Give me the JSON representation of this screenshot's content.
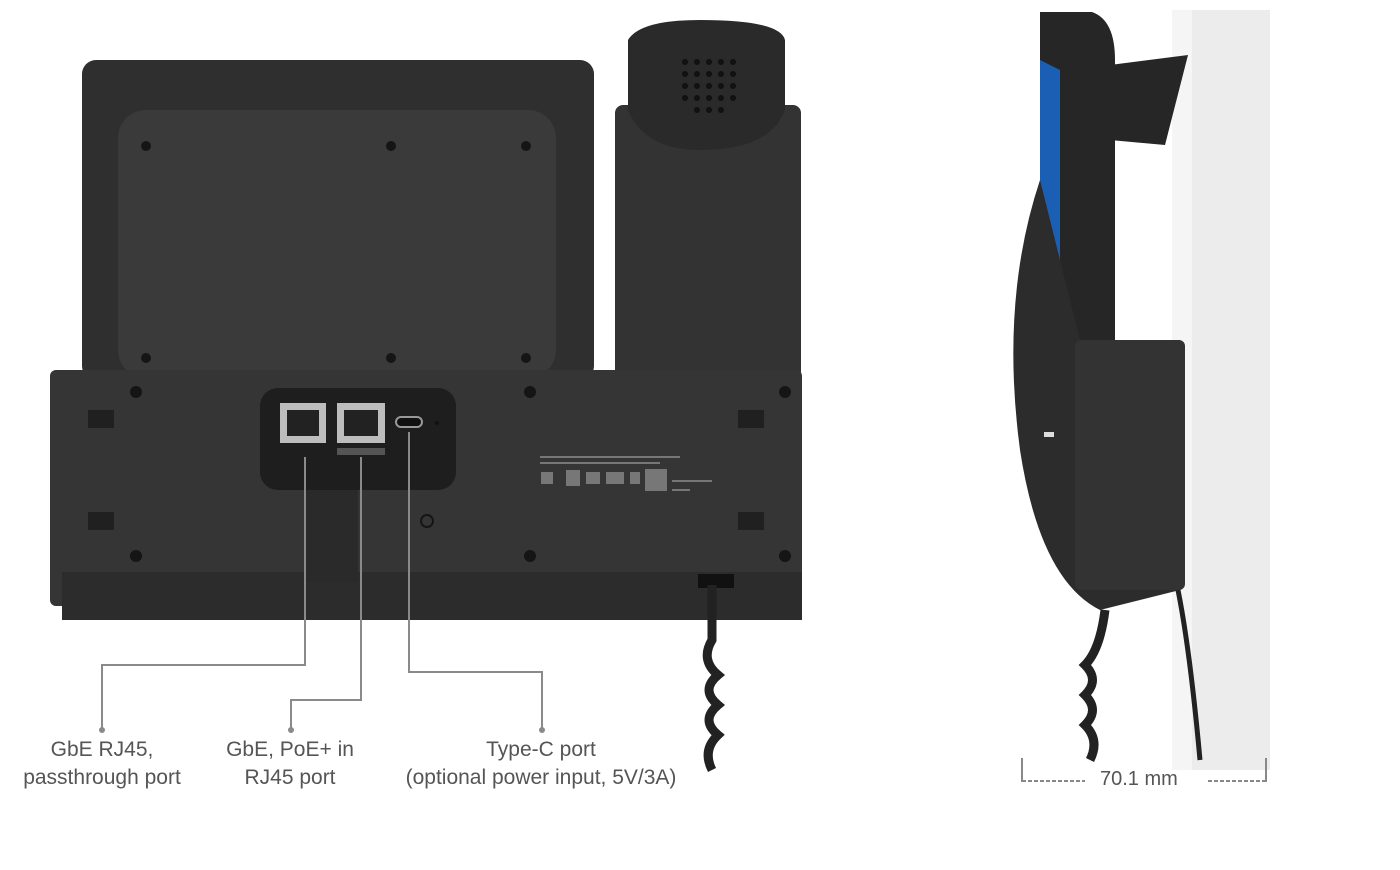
{
  "callouts": [
    {
      "line1": "GbE RJ45,",
      "line2": "passthrough port"
    },
    {
      "line1": "GbE, PoE+ in",
      "line2": "RJ45 port"
    },
    {
      "line1": "Type-C port",
      "line2": "(optional power input, 5V/3A)"
    }
  ],
  "dimension": {
    "depth": "70.1 mm"
  },
  "colors": {
    "device_body": "#2e2e2e",
    "device_panel": "#3a3a3a",
    "callout_line": "#8a8a8a",
    "label_text": "#555555",
    "screen_accent": "#1a5fb4"
  }
}
